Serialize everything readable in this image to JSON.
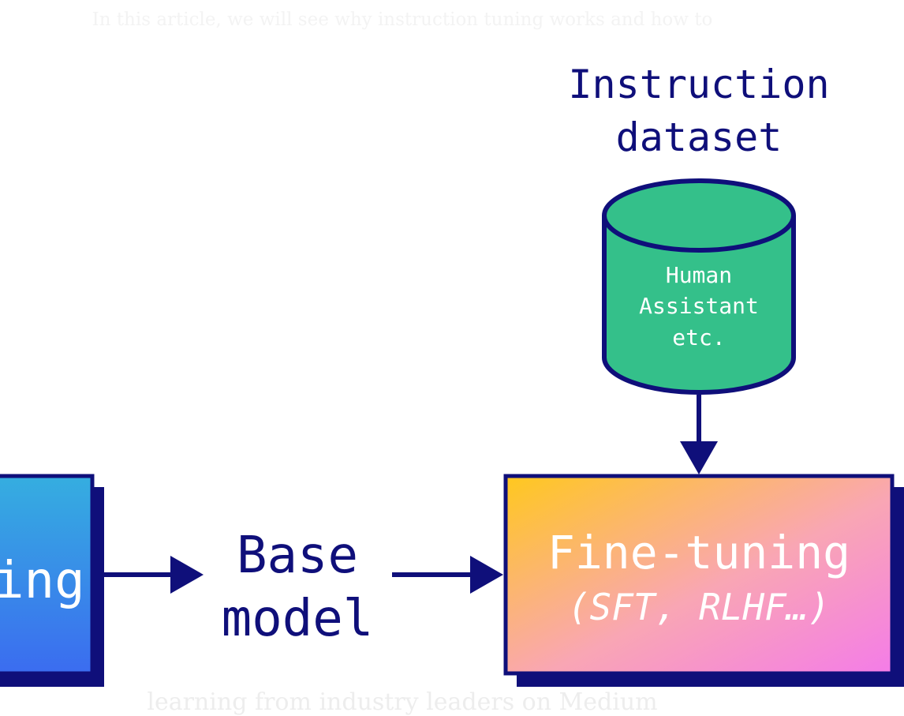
{
  "background_text": {
    "top_line": "In this article, we will see why instruction tuning works and how to",
    "bottom_line": "learning from industry leaders on Medium"
  },
  "diagram": {
    "left_box_label_fragment": "ing",
    "base_model_line1": "Base",
    "base_model_line2": "model",
    "dataset_title_line1": "Instruction",
    "dataset_title_line2": "dataset",
    "cylinder_lines": [
      "Human",
      "Assistant",
      "etc."
    ],
    "finetune_title": "Fine-tuning",
    "finetune_subtitle": "(SFT, RLHF…)"
  },
  "colors": {
    "navy": "#0f0f7a",
    "cylinder_green": "#34c08a",
    "left_box_top": "#35aee0",
    "left_box_bottom": "#3b6cf0",
    "finetune_yellow": "#ffc81e",
    "finetune_pink": "#f47ce8"
  }
}
